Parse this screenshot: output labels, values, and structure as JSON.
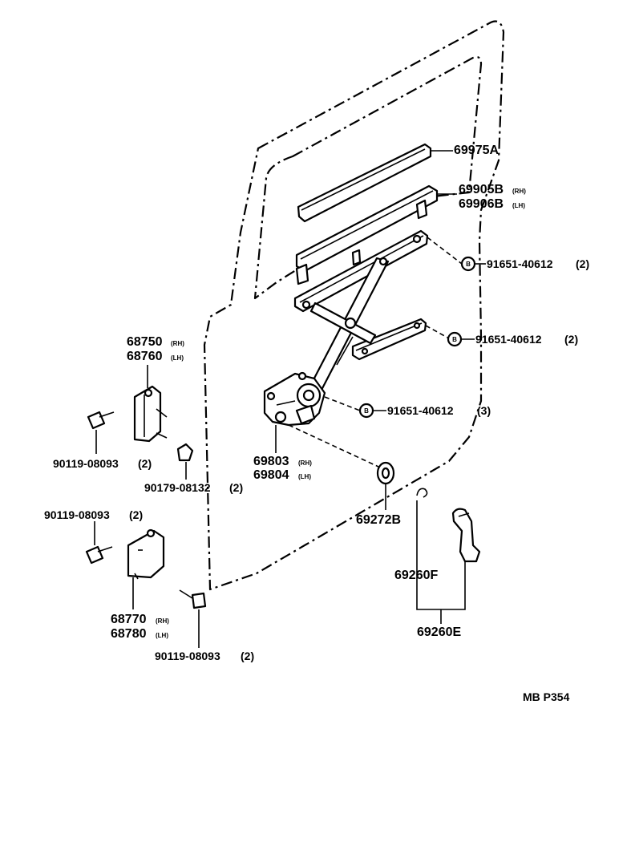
{
  "parts": {
    "p69975A": "69975A",
    "p69905B": "69905B",
    "p69906B": "69906B",
    "b1_num": "91651-40612",
    "b1_qty": "(2)",
    "b2_num": "91651-40612",
    "b2_qty": "(2)",
    "b3_num": "91651-40612",
    "b3_qty": "(3)",
    "p68750": "68750",
    "p68760": "68760",
    "p69803": "69803",
    "p69804": "69804",
    "p69272B": "69272B",
    "p69260F": "69260F",
    "p69260E": "69260E",
    "p68770": "68770",
    "p68780": "68780",
    "bolt1_num": "90119-08093",
    "bolt1_qty": "(2)",
    "nut_num": "90179-08132",
    "nut_qty": "(2)",
    "bolt2_num": "90119-08093",
    "bolt2_qty": "(2)",
    "bolt3_num": "90119-08093",
    "bolt3_qty": "(2)"
  },
  "tags": {
    "rh": "(RH)",
    "lh": "(LH)",
    "circle_b": "B"
  },
  "ref_code": "MB P354"
}
